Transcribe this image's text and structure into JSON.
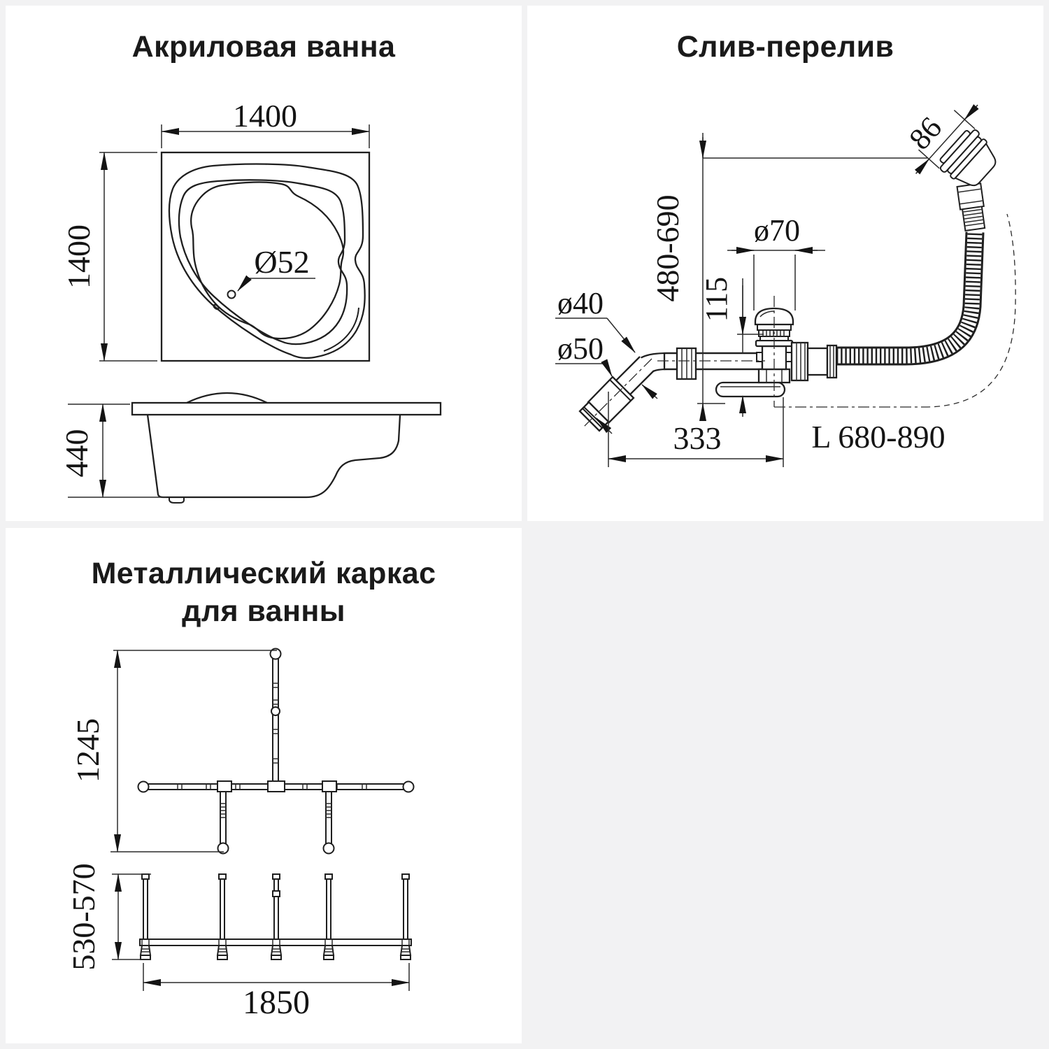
{
  "page": {
    "background": "#f2f2f3",
    "panel_background": "#ffffff",
    "line_color": "#1f1f1f"
  },
  "panels": {
    "bathtub": {
      "title": "Акриловая ванна",
      "dim_width": "1400",
      "dim_height": "1400",
      "dim_drain": "Ø52",
      "dim_depth": "440"
    },
    "drain": {
      "title": "Слив-перелив",
      "dim_overflow_cap": "86",
      "dim_height_range": "480-690",
      "dim_d70": "ø70",
      "dim_offset": "115",
      "dim_d40": "ø40",
      "dim_d50": "ø50",
      "dim_span": "333",
      "dim_hose_length": "L 680-890"
    },
    "frame": {
      "title_line1": "Металлический каркас",
      "title_line2": "для ванны",
      "dim_depth": "1245",
      "dim_height_range": "530-570",
      "dim_length": "1850"
    }
  }
}
